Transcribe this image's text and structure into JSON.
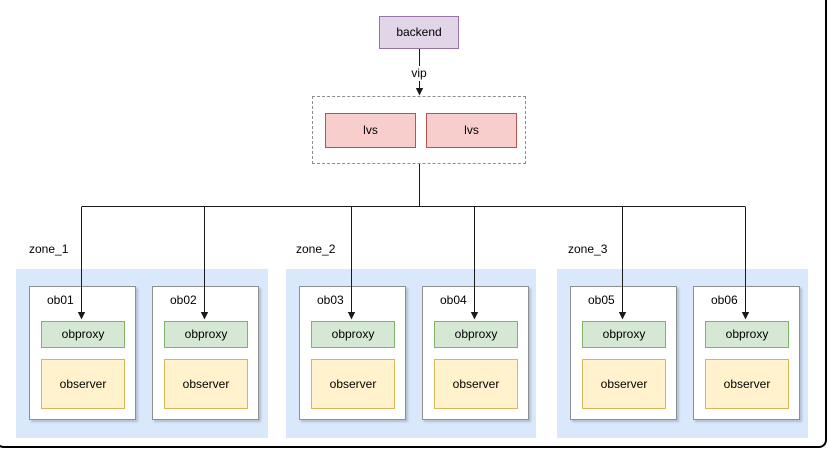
{
  "colors": {
    "backend_fill": "#e1d5e7",
    "backend_stroke": "#9673a6",
    "lvs_fill": "#f8cecc",
    "lvs_stroke": "#b85450",
    "obproxy_fill": "#d5e8d4",
    "obproxy_stroke": "#82b366",
    "observer_fill": "#fff2cc",
    "observer_stroke": "#d6b656",
    "zone_fill": "#dae8fc",
    "server_fill": "#ffffff",
    "server_stroke": "#8f8f8f",
    "cluster_stroke": "#8f8f8f",
    "connector": "#1a1a1a",
    "frame": "#000000",
    "text": "#000000"
  },
  "diagram": {
    "backend": {
      "label": "backend"
    },
    "vip_label": "vip",
    "lvs_cluster": {
      "nodes": [
        {
          "label": "lvs"
        },
        {
          "label": "lvs"
        }
      ]
    },
    "zones": [
      {
        "label": "zone_1",
        "servers": [
          {
            "name": "ob01",
            "proxy": "obproxy",
            "db": "observer"
          },
          {
            "name": "ob02",
            "proxy": "obproxy",
            "db": "observer"
          }
        ]
      },
      {
        "label": "zone_2",
        "servers": [
          {
            "name": "ob03",
            "proxy": "obproxy",
            "db": "observer"
          },
          {
            "name": "ob04",
            "proxy": "obproxy",
            "db": "observer"
          }
        ]
      },
      {
        "label": "zone_3",
        "servers": [
          {
            "name": "ob05",
            "proxy": "obproxy",
            "db": "observer"
          },
          {
            "name": "ob06",
            "proxy": "obproxy",
            "db": "observer"
          }
        ]
      }
    ]
  }
}
